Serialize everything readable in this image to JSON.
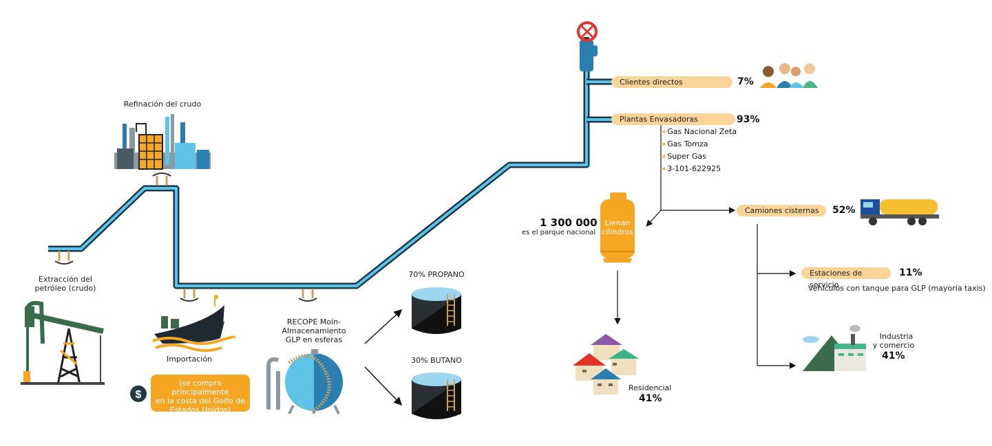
{
  "colors": {
    "pipe_outer": "#1a3a4a",
    "pipe_inner": "#5fc3e8",
    "accent_orange": "#f5a623",
    "pill_bg": "#fbd49a",
    "valve_red": "#e0352b",
    "green_dark": "#3a6b4a"
  },
  "labels": {
    "refining": "Refinación del crudo",
    "extraction_1": "Extracción del",
    "extraction_2": "petróleo (crudo)",
    "import": "Importación",
    "import_note_1": "(se compra principalmente",
    "import_note_2": "en la costa del Golfo de",
    "import_note_3": "Estados Unidos)",
    "recope_1": "RECOPE Moín-",
    "recope_2": "Almacenamiento",
    "recope_3": "GLP en esferas",
    "propane": "70% PROPANO",
    "butane": "30% BUTANO",
    "fill_1": "Llenan",
    "fill_2": "cilindros",
    "fleet_number": "1 300 000",
    "fleet_text": "es el parque nacional",
    "residential": "Residencial",
    "residential_pct": "41%",
    "vehicles": "Vehículos con tanque para GLP (mayoría taxis)",
    "industry_1": "Industria",
    "industry_2": "y comercio",
    "industry_pct": "41%"
  },
  "distribution": {
    "direct_clients": {
      "label": "Clientes directos",
      "pct": "7%"
    },
    "bottling_plants": {
      "label": "Plantas Envasadoras",
      "pct": "93%"
    },
    "tank_trucks": {
      "label": "Camiones cisternas",
      "pct": "52%"
    },
    "service_stations": {
      "label": "Estaciones de servicio",
      "pct": "11%"
    }
  },
  "companies": [
    "Gas Nacional Zeta",
    "Gas Tomza",
    "Super Gas",
    "3-101-622925"
  ],
  "icons": [
    "dollar-icon",
    "valve-icon",
    "people-icon",
    "gas-cylinder-icon",
    "tank-truck-icon",
    "houses-icon",
    "factory-icon",
    "refinery-icon",
    "oil-pump-icon",
    "ship-icon",
    "gas-sphere-icon",
    "storage-tank-icon"
  ]
}
